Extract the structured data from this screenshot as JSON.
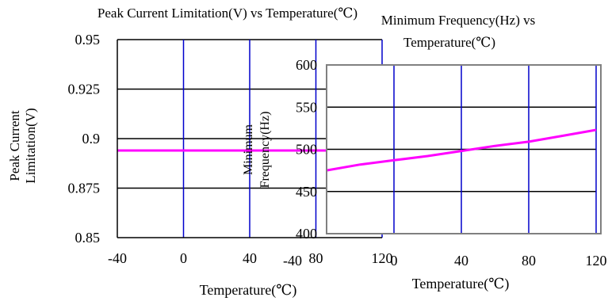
{
  "chart_data": [
    {
      "type": "line",
      "title": "Peak Current Limitation(V) vs Temperature(℃)",
      "xlabel": "Temperature(℃)",
      "ylabel_lines": [
        "Peak Current",
        "Limitation(V)"
      ],
      "xlim": [
        -40,
        120
      ],
      "ylim": [
        0.85,
        0.95
      ],
      "x_ticks": [
        -40,
        0,
        40,
        80,
        120
      ],
      "x_tick_labels": [
        "-40",
        "0",
        "40",
        "80",
        "120"
      ],
      "y_ticks": [
        0.85,
        0.875,
        0.9,
        0.925,
        0.95
      ],
      "y_tick_labels": [
        "0.85",
        "0.875",
        "0.9",
        "0.925",
        "0.95"
      ],
      "grid": true,
      "series": [
        {
          "x": [
            -40,
            0,
            40,
            80,
            120
          ],
          "y": [
            0.894,
            0.894,
            0.894,
            0.894,
            0.894
          ]
        }
      ]
    },
    {
      "type": "line",
      "title_lines": [
        "Minimum Frequency(Hz) vs",
        "Temperature(℃)"
      ],
      "xlabel": "Temperature(℃)",
      "ylabel_lines": [
        "Minimum",
        "Frequency(Hz)"
      ],
      "xlim": [
        -40,
        120
      ],
      "ylim": [
        400,
        600
      ],
      "x_ticks": [
        -40,
        0,
        40,
        80,
        120
      ],
      "x_tick_labels": [
        "-40",
        "0",
        "40",
        "80",
        "120"
      ],
      "y_ticks": [
        400,
        450,
        500,
        550,
        600
      ],
      "y_tick_labels": [
        "400",
        "450",
        "500",
        "550",
        "600"
      ],
      "grid": true,
      "series": [
        {
          "x": [
            -40,
            -20,
            0,
            20,
            40,
            60,
            80,
            100,
            120
          ],
          "y": [
            475,
            482,
            487,
            492,
            498,
            504,
            509,
            516,
            523
          ]
        }
      ]
    }
  ],
  "colors": {
    "series_line": "#ff00ff",
    "grid_vertical": "#0000cc",
    "grid_horizontal": "#000000",
    "plot_border": "#808080"
  }
}
